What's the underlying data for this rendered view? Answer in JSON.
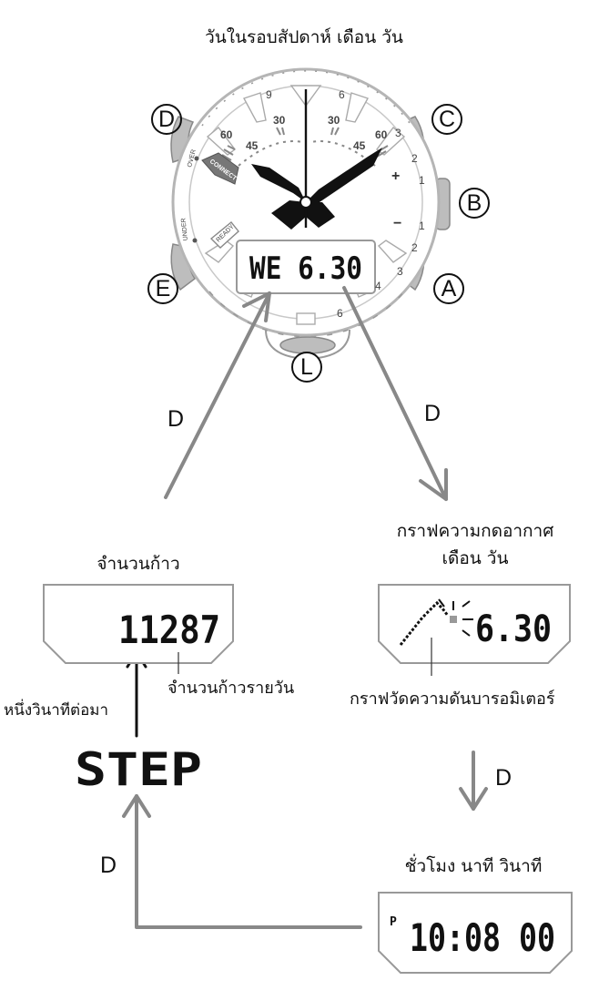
{
  "watch": {
    "caption": "วันในรอบสัปดาห์ เดือน  วัน",
    "lcd": "WE  6.30",
    "buttons": [
      "D",
      "C",
      "B",
      "E",
      "A",
      "L"
    ],
    "dial": {
      "sub_left": "30",
      "sub_right": "30",
      "left_60": "60",
      "left_45": "45",
      "right_45": "45",
      "right_60": "60",
      "top_left_9": "9",
      "top_right_6": "6",
      "right_3": "3",
      "right_2": "2",
      "right_1": "1",
      "right_1b": "1",
      "right_2b": "2",
      "right_3b": "3",
      "right_4": "4",
      "bottom_6": "6",
      "plus": "+",
      "minus": "−",
      "over": "OVER",
      "under": "UNDER",
      "connect": "CONNECT",
      "ready": "READY"
    }
  },
  "flow": {
    "arrow_label_top_left": "D",
    "arrow_label_top_right": "D",
    "arrow_label_right_down": "D",
    "arrow_label_bottom_left": "D"
  },
  "step_screen": {
    "caption": "จำนวนก้าว",
    "value": "11287",
    "annotation": "จำนวนก้าวรายวัน"
  },
  "baro_screen": {
    "caption_line1": "กราฟความกดอากาศ",
    "caption_line2": "เดือน  วัน",
    "value": "6.30",
    "annotation": "กราฟวัดความดันบารอมิเตอร์"
  },
  "step_title": {
    "text": "STEP",
    "side_note": "หนึ่งวินาทีต่อมา"
  },
  "time_screen": {
    "caption": "ชั่วโมง  นาที วินาที",
    "pm_indicator": "P",
    "value": "10:08 00"
  }
}
